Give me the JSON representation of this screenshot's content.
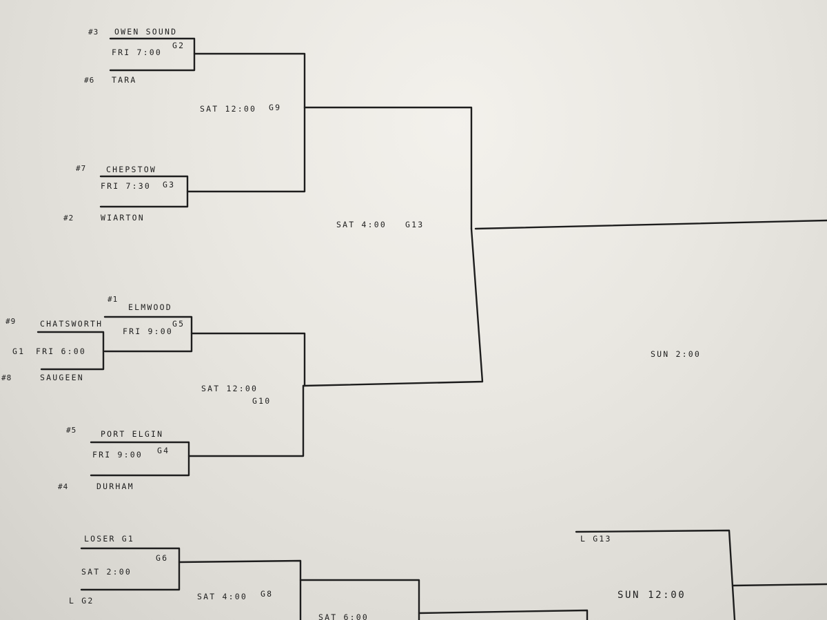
{
  "upper_bracket": {
    "g2": {
      "seed_a": "#3",
      "team_a": "OWEN SOUND",
      "time": "FRI 7:00",
      "game": "G2",
      "seed_b": "#6",
      "team_b": "TARA"
    },
    "g3": {
      "seed_a": "#7",
      "team_a": "CHEPSTOW",
      "time": "FRI 7:30",
      "game": "G3",
      "seed_b": "#2",
      "team_b": "WIARTON"
    },
    "g9": {
      "time": "SAT 12:00",
      "game": "G9"
    },
    "g5": {
      "seed_a": "#1",
      "team_a": "ELMWOOD",
      "time": "FRI 9:00",
      "game": "G5"
    },
    "g1": {
      "seed_a": "#9",
      "team_a": "CHATSWORTH",
      "game": "G1",
      "time": "FRI 6:00",
      "seed_b": "#8",
      "team_b": "SAUGEEN"
    },
    "g4": {
      "seed_a": "#5",
      "team_a": "PORT ELGIN",
      "time": "FRI 9:00",
      "game": "G4",
      "seed_b": "#4",
      "team_b": "DURHAM"
    },
    "g10": {
      "time": "SAT 12:00",
      "game": "G10"
    },
    "g13": {
      "time": "SAT 4:00",
      "game": "G13"
    },
    "final": {
      "time": "SUN 2:00"
    }
  },
  "lower_bracket": {
    "g6": {
      "team_a": "LOSER G1",
      "game": "G6",
      "time": "SAT 2:00",
      "team_b": "L G2"
    },
    "g8": {
      "time": "SAT 4:00",
      "game": "G8"
    },
    "next": {
      "time": "SAT 6:00"
    },
    "l_g13": "L G13",
    "sun_noon": {
      "time": "SUN 12:00"
    }
  }
}
